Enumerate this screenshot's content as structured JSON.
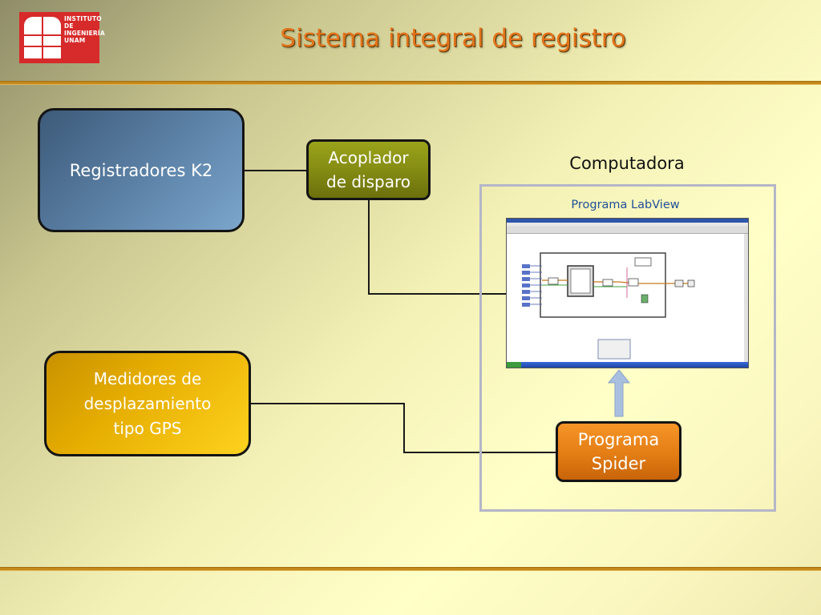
{
  "logo": {
    "lines": [
      "INSTITUTO",
      "DE",
      "INGENIERÍA",
      "UNAM"
    ]
  },
  "title": "Sistema integral de registro",
  "boxes": {
    "k2": "Registradores K2",
    "acoplador": [
      "Acoplador",
      "de disparo"
    ],
    "gps": [
      "Medidores de",
      "desplazamiento",
      "tipo GPS"
    ],
    "spider": [
      "Programa",
      "Spider"
    ]
  },
  "computer": {
    "label": "Computadora",
    "labview_label": "Programa LabView"
  },
  "colors": {
    "title": "#e2731a",
    "k2_box": "#5d83a8",
    "acoplador_box": "#858c13",
    "gps_box": "#e5ad00",
    "spider_box": "#e37d14",
    "labview_label": "#1f4f9a",
    "rule": "#c4891a"
  },
  "icons": {
    "arrow": "up-arrow-icon",
    "screenshot": "labview-block-diagram-screenshot"
  }
}
